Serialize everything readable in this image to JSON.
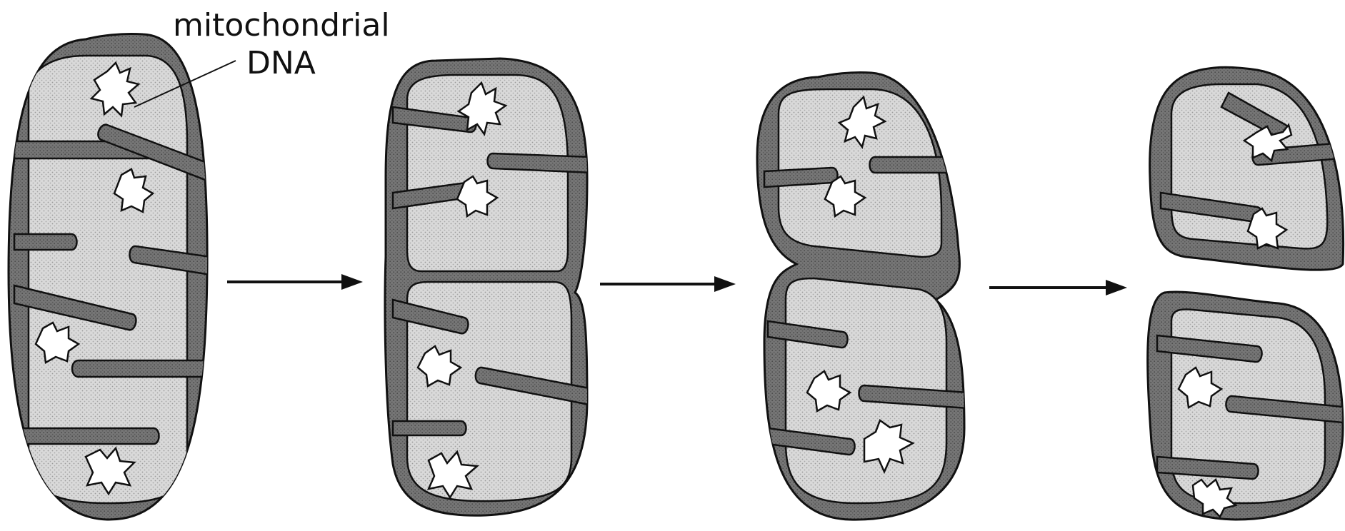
{
  "annotation": {
    "line1": "mitochondrial",
    "line2": "DNA"
  },
  "stages": [
    {
      "name": "intact-mitochondrion"
    },
    {
      "name": "elongated-mitochondrion"
    },
    {
      "name": "constricting-mitochondrion"
    },
    {
      "name": "daughter-mitochondria"
    }
  ],
  "colors": {
    "membrane": "#6e6e6e",
    "matrix": "#d6d6d6",
    "outline": "#111111",
    "background": "#ffffff"
  }
}
